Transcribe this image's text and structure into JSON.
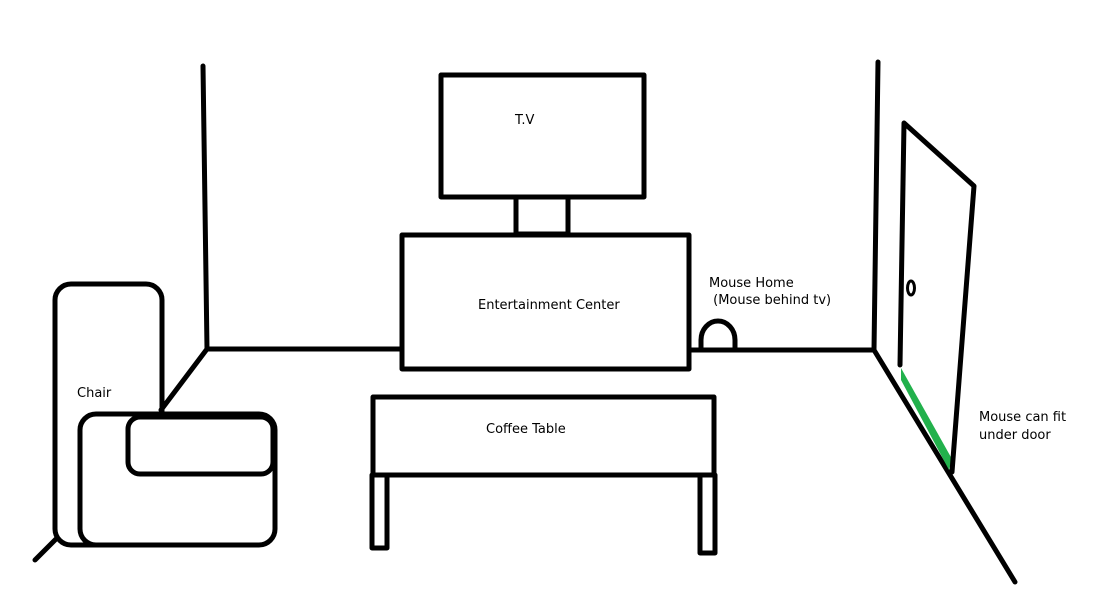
{
  "labels": {
    "tv": "T.V",
    "entertainment_center": "Entertainment Center",
    "mouse_home_line1": "Mouse Home",
    "mouse_home_line2": " (Mouse behind tv)",
    "chair": "Chair",
    "coffee_table": "Coffee Table",
    "door_note_line1": "Mouse can fit",
    "door_note_line2": "under door"
  },
  "colors": {
    "stroke": "#000000",
    "door_gap": "#22b14c",
    "background": "#ffffff"
  }
}
